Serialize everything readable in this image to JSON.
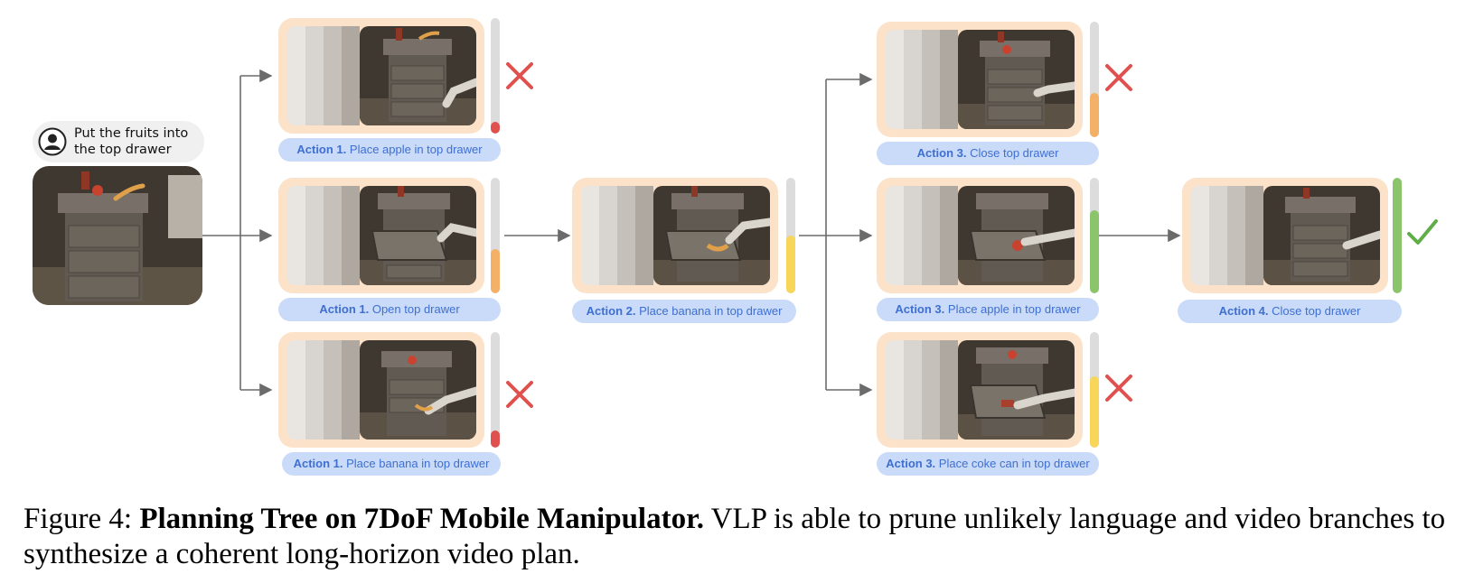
{
  "prompt": {
    "text": "Put the fruits into the top drawer",
    "icon": "user-avatar-icon"
  },
  "nodes": [
    {
      "label_bold": "Action 1.",
      "label_text": "Place apple in top drawer",
      "score": 0.1,
      "score_color": "#e0504e",
      "verdict": "rejected",
      "verdict_icon": "cross-icon"
    },
    {
      "label_bold": "Action 1.",
      "label_text": "Open top drawer",
      "score": 0.38,
      "score_color": "#f4b066",
      "verdict": "selected",
      "verdict_icon": ""
    },
    {
      "label_bold": "Action 1.",
      "label_text": "Place banana in top drawer",
      "score": 0.15,
      "score_color": "#e0504e",
      "verdict": "rejected",
      "verdict_icon": "cross-icon"
    },
    {
      "label_bold": "Action 2.",
      "label_text": "Place banana in top drawer",
      "score": 0.5,
      "score_color": "#f7d65a",
      "verdict": "selected",
      "verdict_icon": ""
    },
    {
      "label_bold": "Action 3.",
      "label_text": "Close top drawer",
      "score": 0.38,
      "score_color": "#f4b066",
      "verdict": "rejected",
      "verdict_icon": "cross-icon"
    },
    {
      "label_bold": "Action 3.",
      "label_text": "Place apple in top drawer",
      "score": 0.72,
      "score_color": "#8cc46c",
      "verdict": "selected",
      "verdict_icon": ""
    },
    {
      "label_bold": "Action 3.",
      "label_text": "Place coke can in top drawer",
      "score": 0.62,
      "score_color": "#f7d65a",
      "verdict": "rejected",
      "verdict_icon": "cross-icon"
    },
    {
      "label_bold": "Action 4.",
      "label_text": "Close top drawer",
      "score": 1.0,
      "score_color": "#8cc46c",
      "verdict": "accepted",
      "verdict_icon": "check-icon"
    }
  ],
  "caption": {
    "prefix": "Figure 4: ",
    "title": "Planning Tree on 7DoF Mobile Manipulator.",
    "body": " VLP is able to prune unlikely language and video branches to synthesize a coherent long-horizon video plan."
  },
  "colors": {
    "reject": "#e0504e",
    "accept": "#5fae48",
    "arrow": "#6b6b6b",
    "frame_bg": "#fbe2c8",
    "label_bg": "#c9dbf8",
    "label_text": "#3f6fd1"
  }
}
